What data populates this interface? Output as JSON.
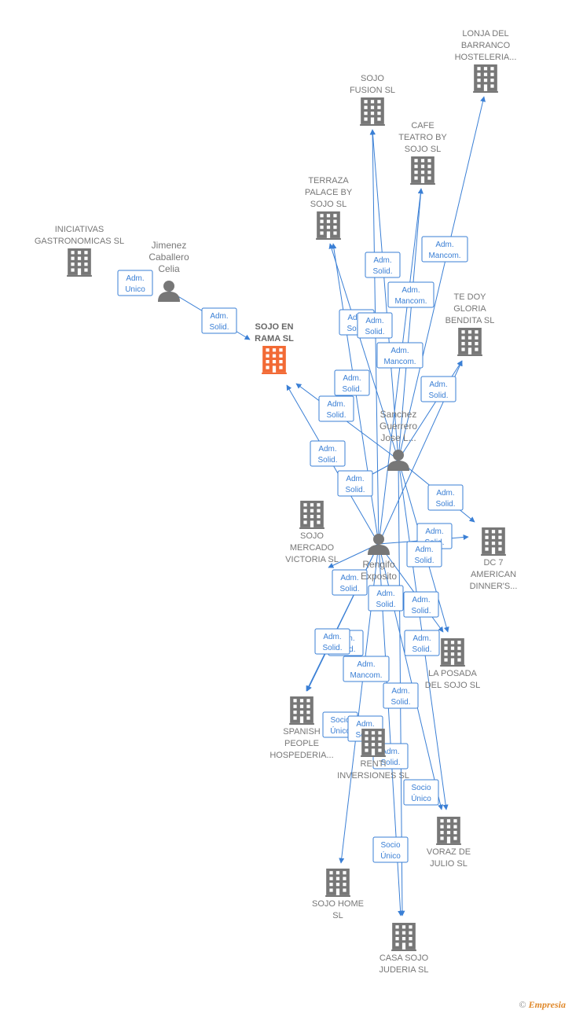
{
  "colors": {
    "edge": "#3a7fd5",
    "node": "#777777",
    "focus": "#f26a35",
    "label": "#777777"
  },
  "footer": {
    "copyright": "©",
    "brand": "Empresia"
  },
  "nodes": [
    {
      "id": "lonja",
      "type": "company",
      "lines": [
        "LONJA DEL",
        "BARRANCO",
        "HOSTELERIA..."
      ]
    },
    {
      "id": "sojo_fusion",
      "type": "company",
      "lines": [
        "SOJO",
        "FUSION SL"
      ]
    },
    {
      "id": "cafe",
      "type": "company",
      "lines": [
        "CAFE",
        "TEATRO BY",
        "SOJO  SL"
      ]
    },
    {
      "id": "terraza",
      "type": "company",
      "lines": [
        "TERRAZA",
        "PALACE BY",
        "SOJO  SL"
      ]
    },
    {
      "id": "iniciativas",
      "type": "company",
      "lines": [
        "INICIATIVAS",
        "GASTRONOMICAS SL"
      ]
    },
    {
      "id": "jimenez",
      "type": "person",
      "lines": [
        "Jimenez",
        "Caballero",
        "Celia"
      ]
    },
    {
      "id": "sojo_en_rama",
      "type": "company",
      "focus": true,
      "lines": [
        "SOJO EN",
        "RAMA  SL"
      ]
    },
    {
      "id": "te_doy",
      "type": "company",
      "lines": [
        "TE DOY",
        "GLORIA",
        "BENDITA  SL"
      ]
    },
    {
      "id": "sanchez",
      "type": "person",
      "lines": [
        "Sanchez",
        "Guerrero",
        "Jose L..."
      ]
    },
    {
      "id": "mercado",
      "type": "company",
      "lines": [
        "SOJO",
        "MERCADO",
        "VICTORIA SL"
      ]
    },
    {
      "id": "dc7",
      "type": "company",
      "lines": [
        "DC 7",
        "AMERICAN",
        "DINNER'S..."
      ]
    },
    {
      "id": "rengifo",
      "type": "person",
      "lines": [
        "Rengifo",
        "Exposito"
      ]
    },
    {
      "id": "la_posada",
      "type": "company",
      "lines": [
        "LA POSADA",
        "DEL SOJO  SL"
      ]
    },
    {
      "id": "spanish",
      "type": "company",
      "lines": [
        "SPANISH",
        "PEOPLE",
        "HOSPEDERIA..."
      ]
    },
    {
      "id": "renti",
      "type": "company",
      "lines": [
        "RENTI",
        "INVERSIONES SL"
      ]
    },
    {
      "id": "voraz",
      "type": "company",
      "lines": [
        "VORAZ DE",
        "JULIO  SL"
      ]
    },
    {
      "id": "sojo_home",
      "type": "company",
      "lines": [
        "SOJO HOME",
        "SL"
      ]
    },
    {
      "id": "casa_sojo",
      "type": "company",
      "lines": [
        "CASA SOJO",
        "JUDERIA  SL"
      ]
    }
  ],
  "edge_labels": [
    {
      "id": "l01",
      "lines": [
        "Adm.",
        "Unico"
      ]
    },
    {
      "id": "l02",
      "lines": [
        "Adm.",
        "Solid."
      ]
    },
    {
      "id": "l03",
      "lines": [
        "Adm.",
        "Mancom."
      ]
    },
    {
      "id": "l04",
      "lines": [
        "Adm.",
        "Solid."
      ]
    },
    {
      "id": "l05",
      "lines": [
        "Adm.",
        "Mancom."
      ]
    },
    {
      "id": "l06",
      "lines": [
        "Adm.",
        "Solid."
      ]
    },
    {
      "id": "l07",
      "lines": [
        "Adm.",
        "Solid."
      ]
    },
    {
      "id": "l08",
      "lines": [
        "Adm.",
        "Mancom."
      ]
    },
    {
      "id": "l09",
      "lines": [
        "Adm.",
        "Solid."
      ]
    },
    {
      "id": "l10",
      "lines": [
        "Adm.",
        "Solid."
      ]
    },
    {
      "id": "l11",
      "lines": [
        "Adm.",
        "Solid."
      ]
    },
    {
      "id": "l12",
      "lines": [
        "Adm.",
        "Solid."
      ]
    },
    {
      "id": "l13",
      "lines": [
        "Adm.",
        "Solid."
      ]
    },
    {
      "id": "l14",
      "lines": [
        "Adm.",
        "Solid."
      ]
    },
    {
      "id": "l15",
      "lines": [
        "Adm.",
        "Solid."
      ]
    },
    {
      "id": "l16",
      "lines": [
        "Adm.",
        "Solid."
      ]
    },
    {
      "id": "l17",
      "lines": [
        "Adm.",
        "Solid."
      ]
    },
    {
      "id": "l18",
      "lines": [
        "Adm.",
        "Solid."
      ]
    },
    {
      "id": "l19",
      "lines": [
        "Adm.",
        "Solid."
      ]
    },
    {
      "id": "l20",
      "lines": [
        "Adm.",
        "Solid."
      ]
    },
    {
      "id": "l21",
      "lines": [
        "Adm.",
        "Solid."
      ]
    },
    {
      "id": "l22",
      "lines": [
        "Adm.",
        "Solid."
      ]
    },
    {
      "id": "l23",
      "lines": [
        "Adm.",
        "Solid."
      ]
    },
    {
      "id": "l24",
      "lines": [
        "Adm.",
        "Mancom."
      ]
    },
    {
      "id": "l25",
      "lines": [
        "Adm.",
        "Solid."
      ]
    },
    {
      "id": "l26",
      "lines": [
        "Socio",
        "Único"
      ]
    },
    {
      "id": "l27",
      "lines": [
        "Adm.",
        "Solid."
      ]
    },
    {
      "id": "l28",
      "lines": [
        "Socio",
        "Único"
      ]
    },
    {
      "id": "l29",
      "lines": [
        "Socio",
        "Único"
      ]
    }
  ]
}
